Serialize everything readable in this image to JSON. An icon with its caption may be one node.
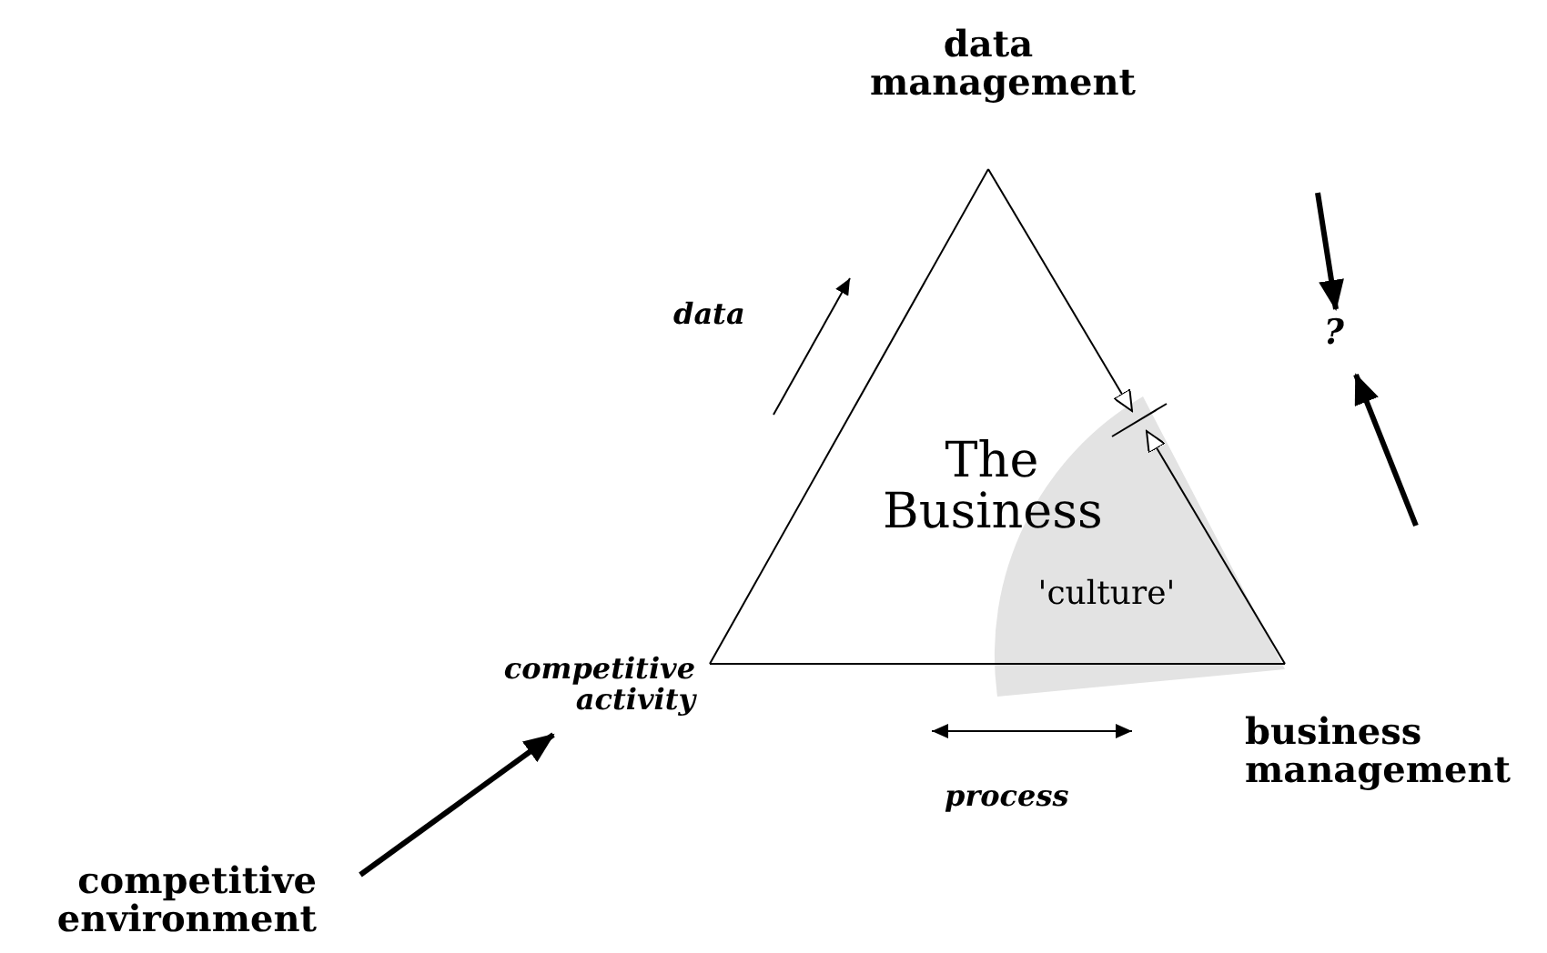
{
  "diagram": {
    "nodes": [
      {
        "text": [
          "data management"
        ]
      },
      {
        "text": [
          "business management"
        ]
      },
      {
        "text": [
          "competitive environment"
        ]
      },
      {
        "text": [
          "competitive activity"
        ]
      },
      {
        "text": [
          "?"
        ]
      },
      {
        "text": [
          "The Business"
        ]
      },
      {
        "text": [
          "'culture'"
        ]
      }
    ],
    "edges": [
      {
        "from": 2,
        "to": 3,
        "arrow": "to"
      },
      {
        "from": null,
        "to": 4,
        "arrow": "to"
      },
      {
        "from": null,
        "to": 4,
        "arrow": "to"
      }
    ],
    "labels": [
      "data",
      "process"
    ]
  }
}
